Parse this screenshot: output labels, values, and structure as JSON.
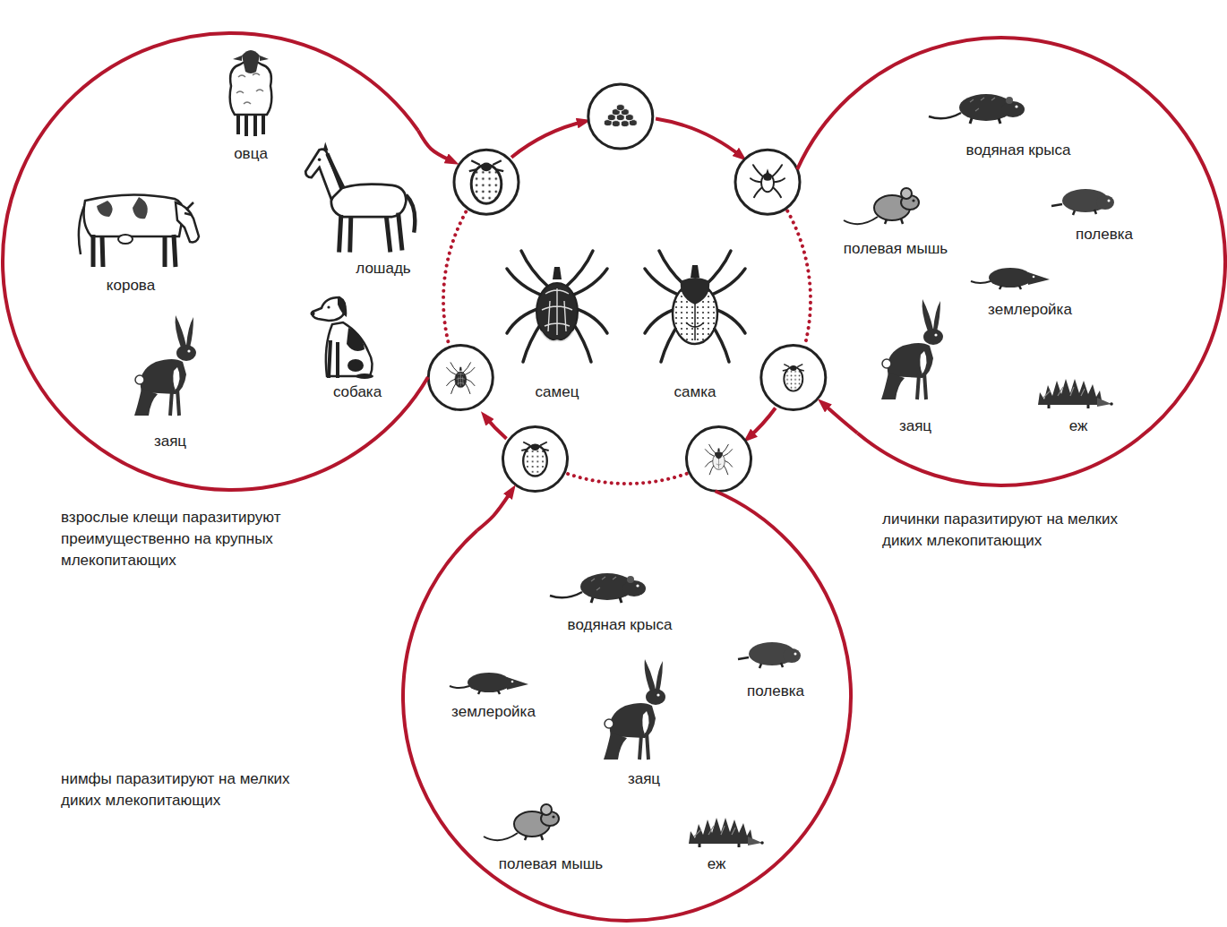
{
  "diagram": {
    "nodes": [
      {
        "text": [
          "овца",
          "лошадь",
          "корова",
          "собака",
          "заяц"
        ]
      },
      {
        "text": [
          "самец",
          "самка"
        ]
      },
      {
        "text": [
          "водяная крыса",
          "полевая мышь",
          "полевка",
          "землеройка",
          "заяц",
          "еж"
        ]
      },
      {
        "text": [
          "водяная крыса",
          "землеройка",
          "полевка",
          "заяц",
          "полевая мышь",
          "еж"
        ]
      }
    ],
    "edges": [
      {
        "from": 0,
        "to": 1,
        "arrow": "to"
      },
      {
        "from": 2,
        "to": 1,
        "arrow": "to"
      },
      {
        "from": 3,
        "to": 1,
        "arrow": "to"
      }
    ],
    "labels": [
      "взрослые клещи паразитируют преимущественно на крупных млекопитающих",
      "личинки паразитируют на мелких диких млекопитающих",
      "нимфы паразитируют на мелких диких млекопитающих"
    ]
  }
}
